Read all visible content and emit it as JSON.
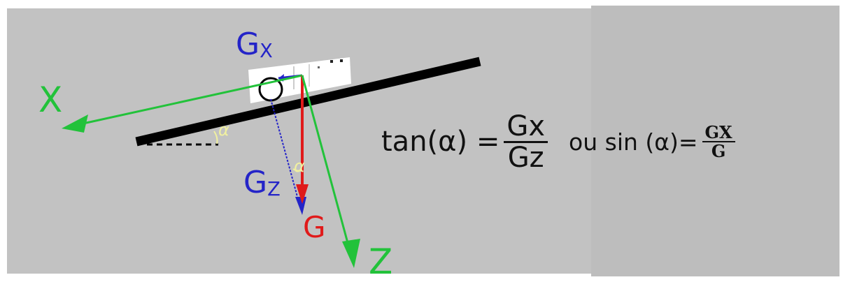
{
  "colors": {
    "background_panel": "#c2c2c2",
    "right_panel": "#bdbdbd",
    "x_axis": "#22c23a",
    "z_axis": "#22c23a",
    "gravity": "#e01a1a",
    "gx_gz": "#2424c8",
    "angle": "#f0f0a0",
    "plane": "#000000"
  },
  "labels": {
    "x_axis": "X",
    "z_axis": "Z",
    "gx_main": "G",
    "gx_sub": "X",
    "gz_main": "G",
    "gz_sub": "Z",
    "g": "G",
    "alpha_plane": "α",
    "alpha_vector": "α"
  },
  "formula": {
    "tan_lhs": "tan(α) =",
    "tan_num": "Gx",
    "tan_den": "Gz",
    "connector": "ou sin (α)=",
    "sin_num": "GX",
    "sin_den": "G"
  }
}
